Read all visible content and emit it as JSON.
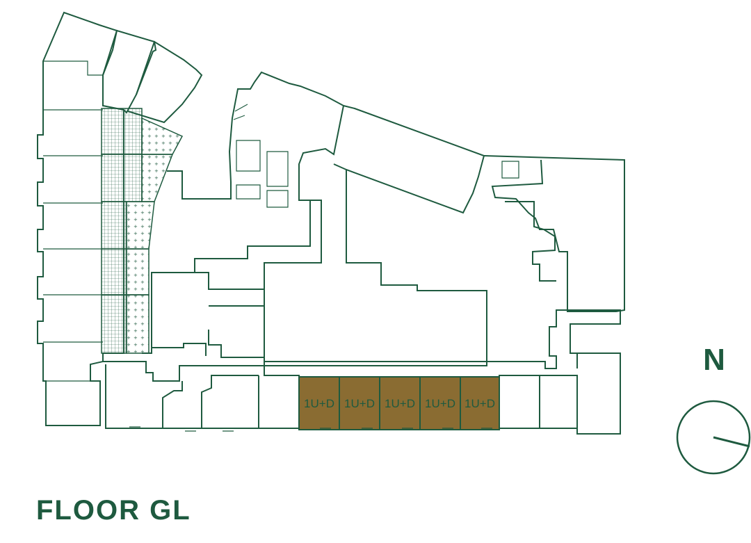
{
  "colors": {
    "line": "#1e5a3f",
    "unit_fill": "#8a6c32",
    "background": "#ffffff"
  },
  "title": "FLOOR GL",
  "compass": {
    "label": "N",
    "icon": "compass-icon"
  },
  "units": [
    {
      "label": "1U+D"
    },
    {
      "label": "1U+D"
    },
    {
      "label": "1U+D"
    },
    {
      "label": "1U+D"
    },
    {
      "label": "1U+D"
    }
  ]
}
